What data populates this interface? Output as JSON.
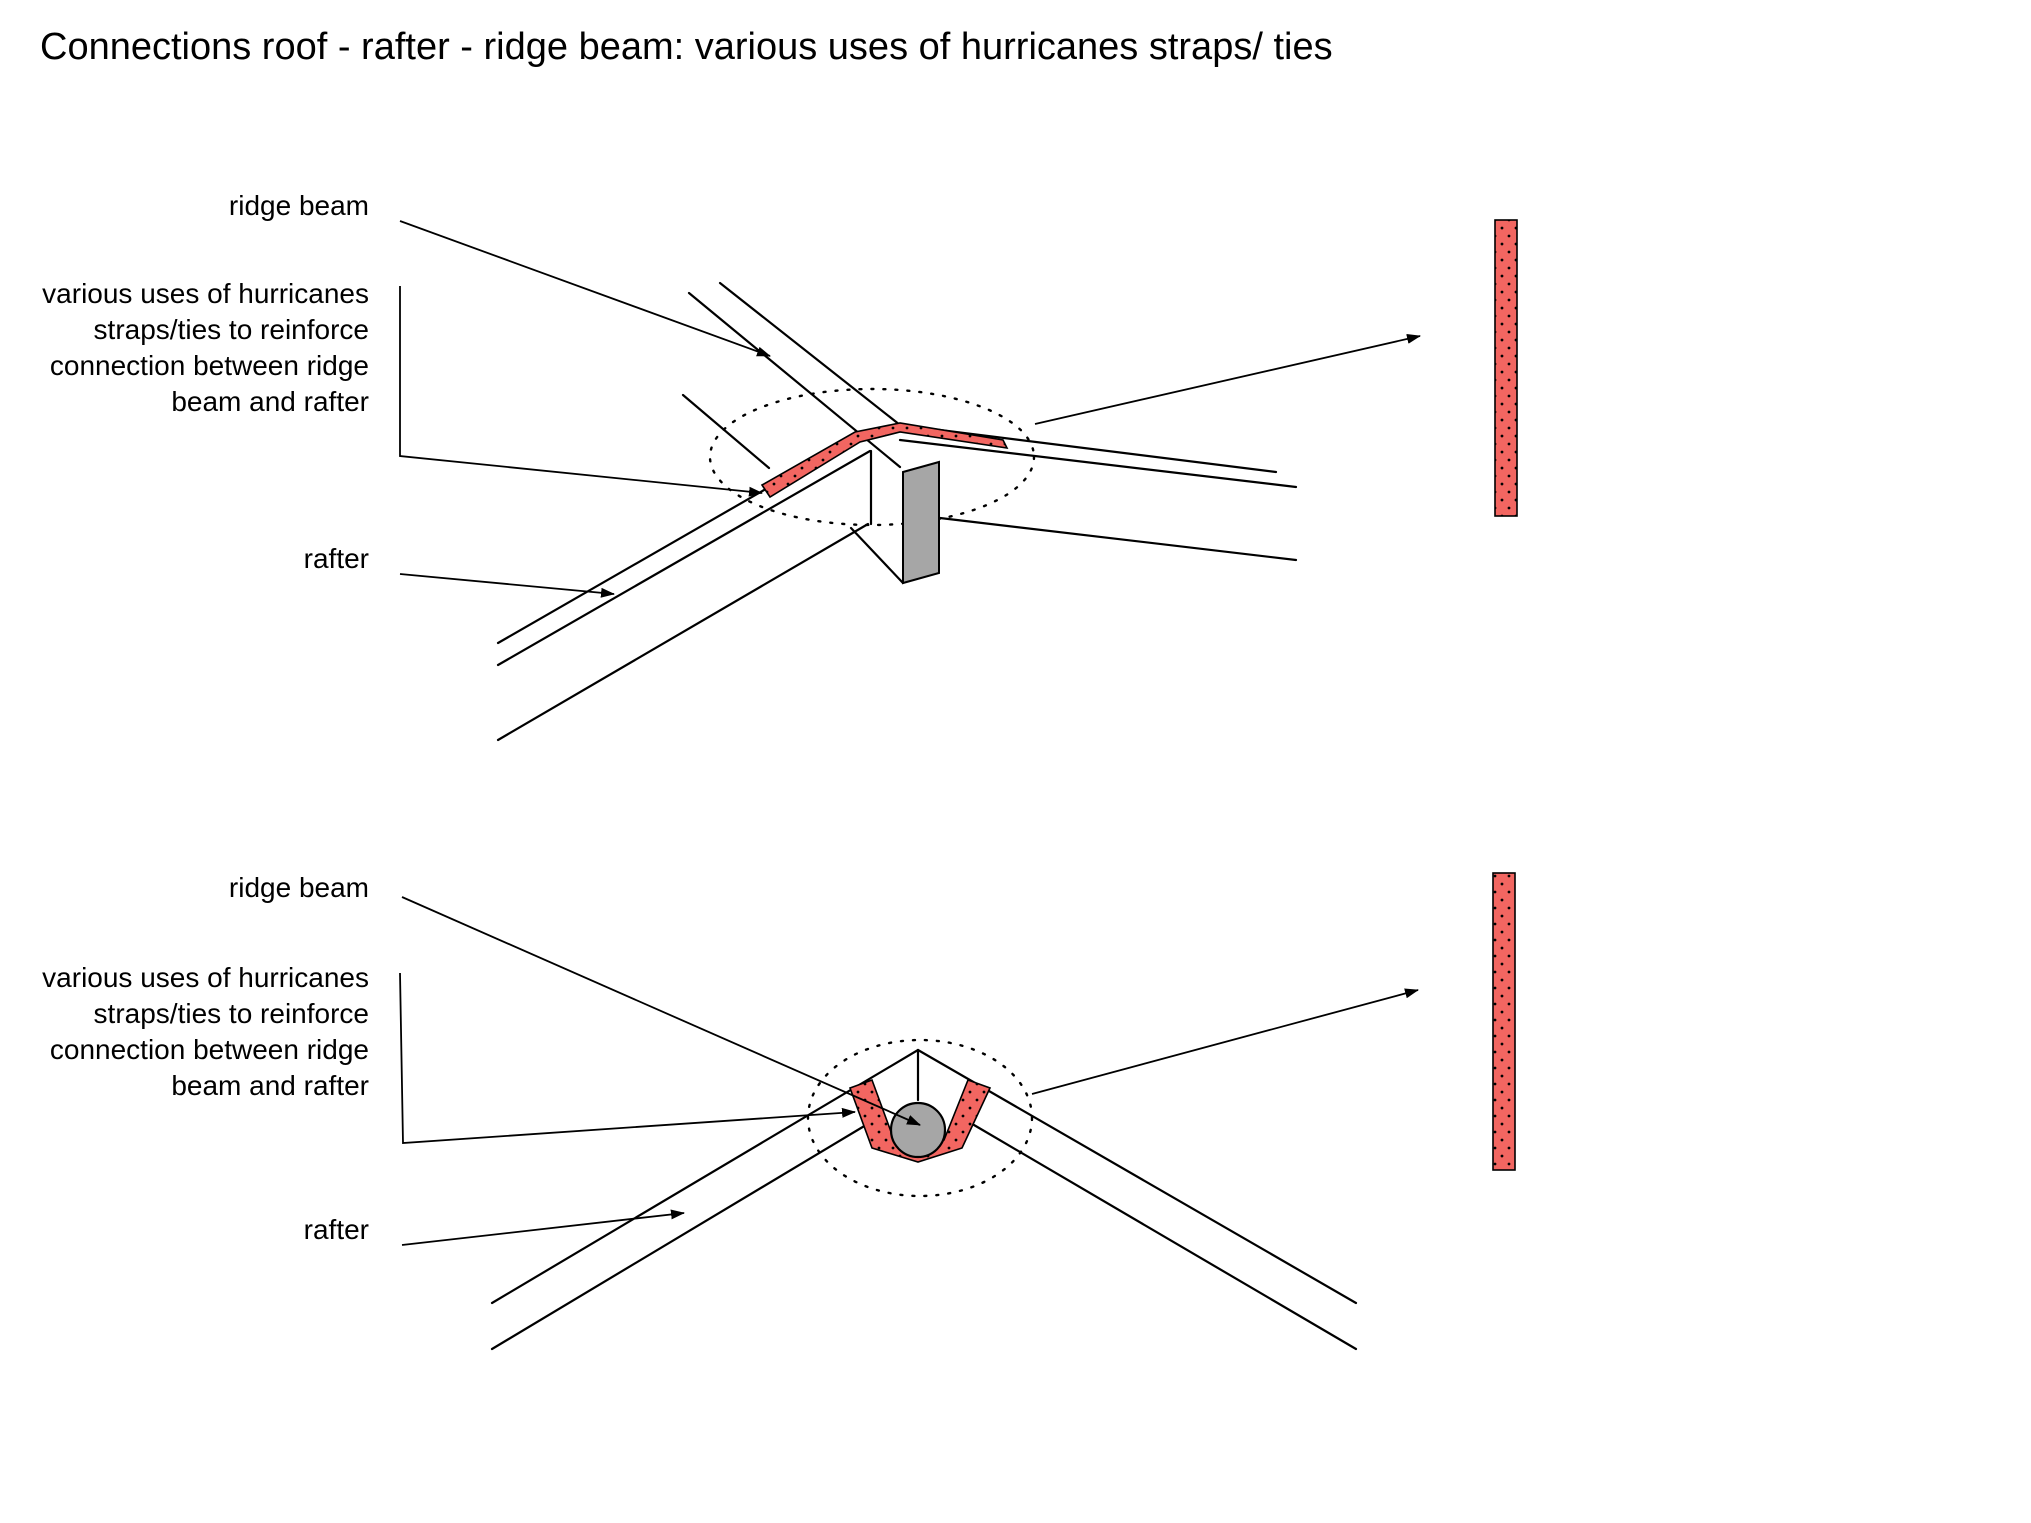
{
  "title": "Connections roof - rafter - ridge beam: various uses of hurricanes straps/ ties",
  "colors": {
    "strap": "#f26661",
    "beam_face": "#a6a6a6",
    "line": "#000000"
  },
  "top_detail": {
    "label_ridge_beam": "ridge beam",
    "label_straps": "various uses of hurricanes straps/ties to reinforce connection between ridge beam and rafter",
    "label_rafter": "rafter"
  },
  "bottom_detail": {
    "label_ridge_beam": "ridge beam",
    "label_straps": "various uses of hurricanes straps/ties to reinforce connection between ridge beam and rafter",
    "label_rafter": "rafter"
  }
}
